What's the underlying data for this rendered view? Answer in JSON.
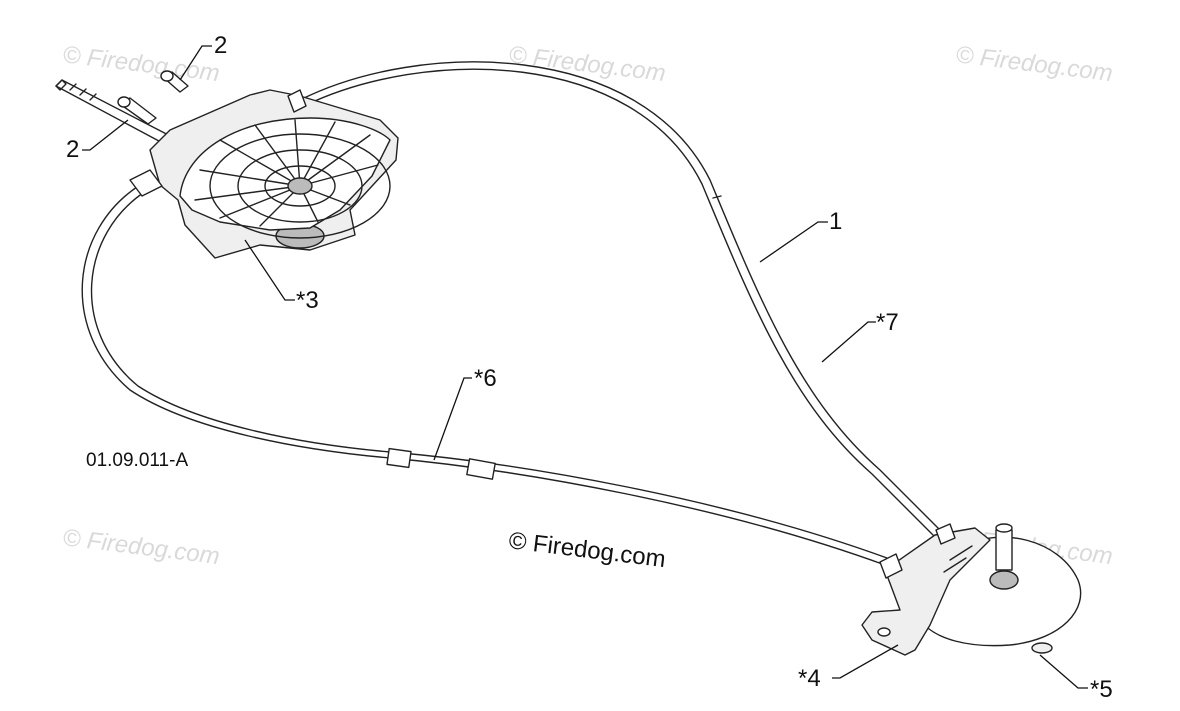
{
  "diagram": {
    "reference_code": "01.09.011-A",
    "callouts": {
      "cable": "1",
      "bolt_top": "2",
      "bolt_left": "2",
      "shifter_assembly": "*3",
      "mount_bracket": "*4",
      "cam_plate": "*5",
      "cable_lower": "*6",
      "cable_upper": "*7"
    },
    "watermarks": {
      "main": "© Firedog.com",
      "faded": [
        "© Firedog.com",
        "© Firedog.com",
        "© Firedog.com",
        "© Firedog.com",
        "© Firedog.com"
      ]
    }
  }
}
